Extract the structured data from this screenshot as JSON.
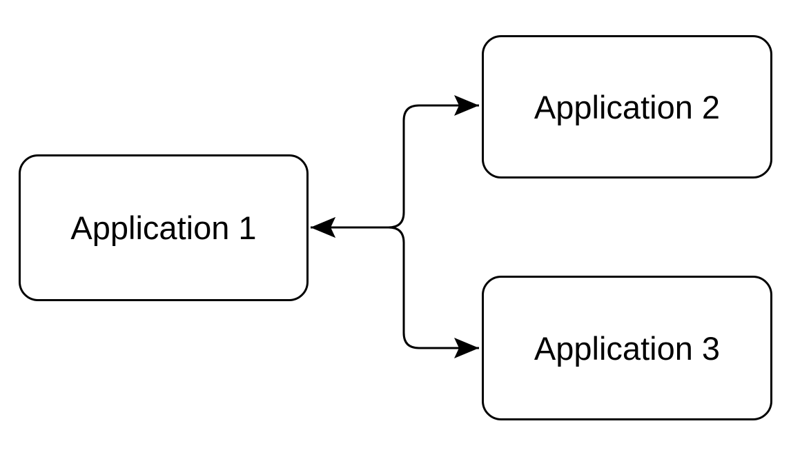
{
  "diagram": {
    "type": "flow-diagram",
    "background_color": "#ffffff",
    "node_style": {
      "fill_color": "#ffffff",
      "stroke_color": "#000000",
      "text_color": "#000000",
      "shape": "rounded-rectangle"
    },
    "nodes": [
      {
        "id": "app1",
        "label": "Application 1"
      },
      {
        "id": "app2",
        "label": "Application 2"
      },
      {
        "id": "app3",
        "label": "Application 3"
      }
    ],
    "edges": [
      {
        "from": "app1",
        "to": "app2",
        "arrowheads": "both",
        "routing": "orthogonal"
      },
      {
        "from": "app1",
        "to": "app3",
        "arrowheads": "both",
        "routing": "orthogonal"
      }
    ],
    "edge_color": "#000000"
  }
}
